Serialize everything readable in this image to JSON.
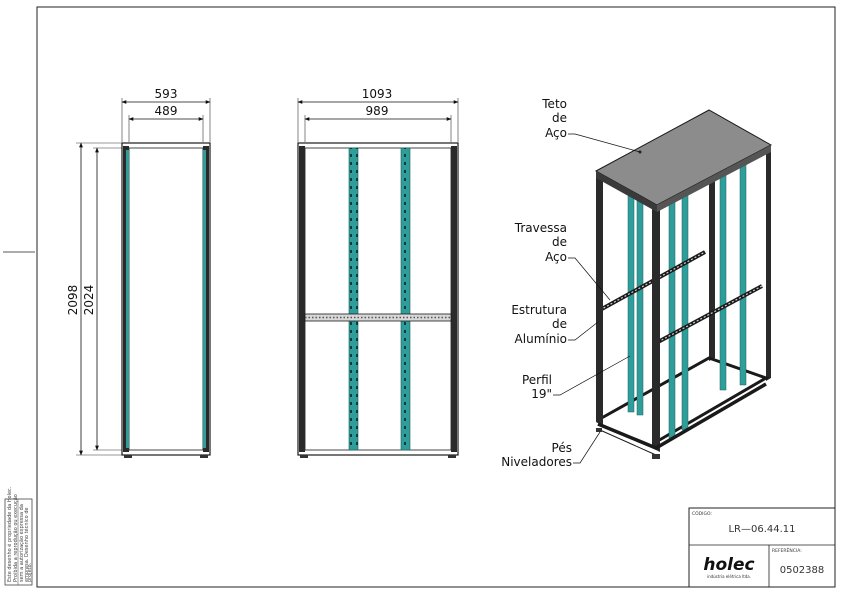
{
  "dimensions": {
    "side_outer_width": "593",
    "side_inner_width": "489",
    "front_outer_width": "1093",
    "front_inner_width": "989",
    "outer_height": "2098",
    "inner_height": "2024"
  },
  "labels": {
    "teto": [
      "Teto",
      "de",
      "Aço"
    ],
    "travessa": [
      "Travessa",
      "de",
      "Aço"
    ],
    "estrutura": [
      "Estrutura",
      "de",
      "Alumínio"
    ],
    "perfil": [
      "Perfil",
      "19\""
    ],
    "pes": [
      "Pés",
      "Niveladores"
    ]
  },
  "title_block": {
    "codigo_caption": "CÓDIGO:",
    "codigo": "LR—06.44.11",
    "referencia_caption": "REFERÊNCIA:",
    "referencia": "0502388",
    "brand": "holec",
    "brand_tagline": "indústria elétrica ltda."
  },
  "side_note": [
    "Este desenho é propriedade da Holec.",
    "Proibida a reprodução ou execução",
    "sem a autorização expressa da",
    "empresa. Desenho técnico de",
    "projeto."
  ],
  "colors": {
    "line": "#1a1a1a",
    "rail": "#2f9e9a",
    "roof": "#8c8c8c",
    "frame": "#2a2a2a"
  }
}
